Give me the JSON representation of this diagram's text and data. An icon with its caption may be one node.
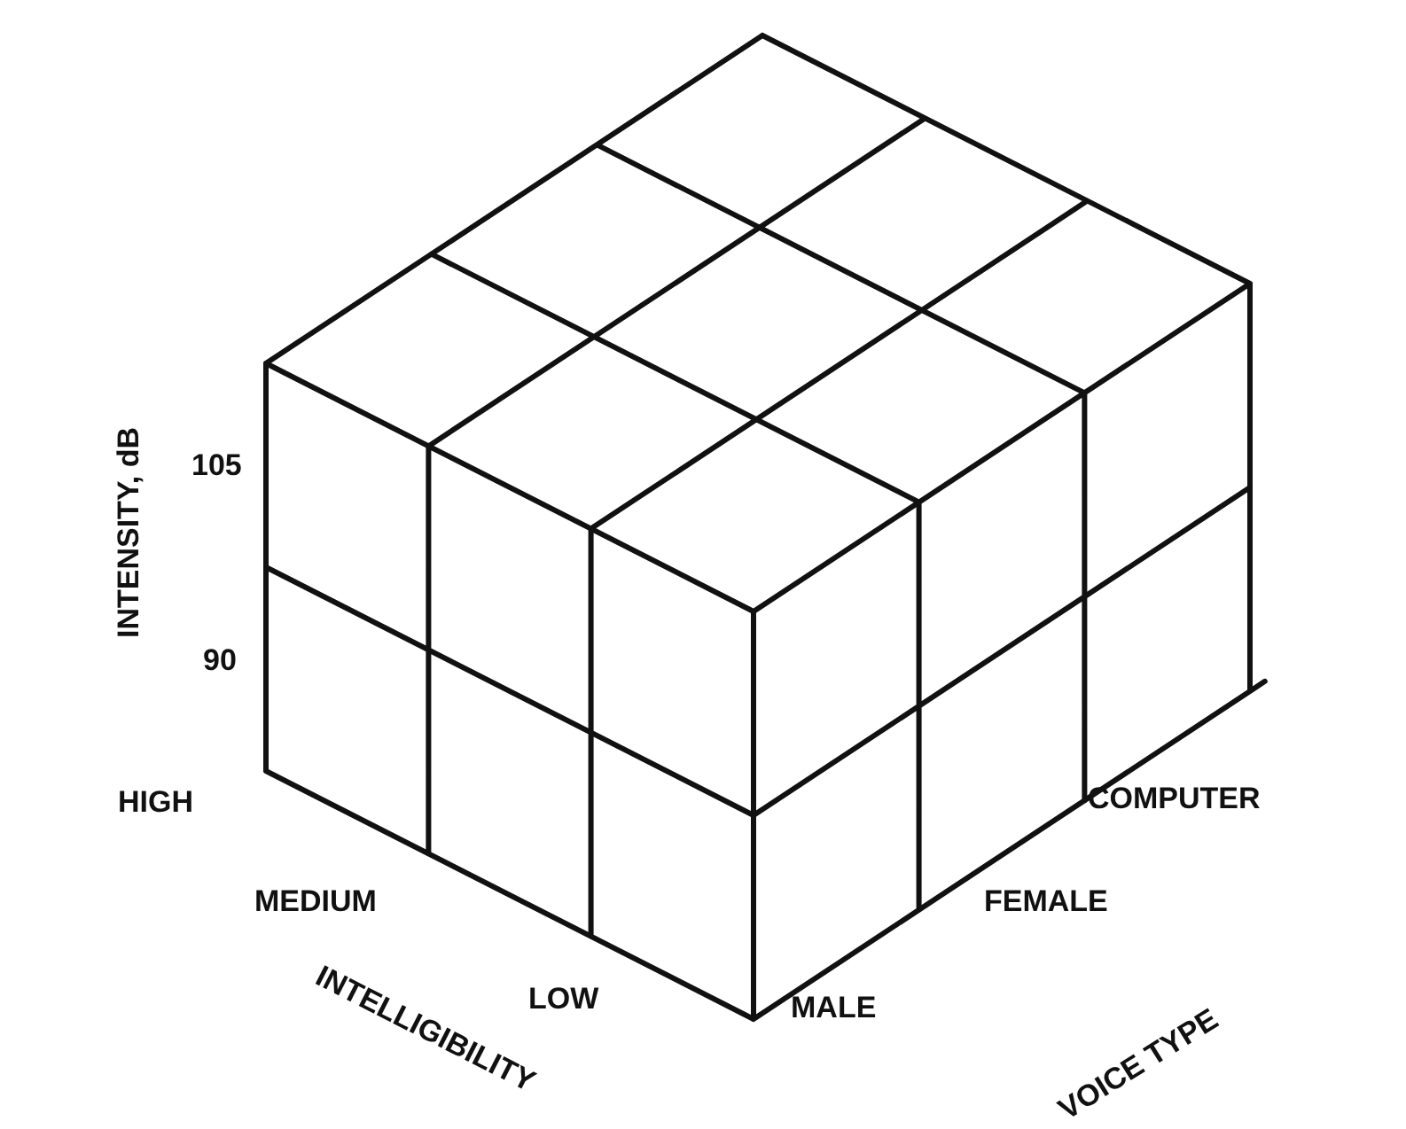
{
  "diagram": {
    "labels": [
      "INTENSITY, dB",
      "105",
      "90",
      "HIGH",
      "COMPUTER",
      "MEDIUM",
      "FEMALE",
      "INTELLIGIBILITY",
      "LOW",
      "MALE",
      "VOICE TYPE"
    ]
  }
}
